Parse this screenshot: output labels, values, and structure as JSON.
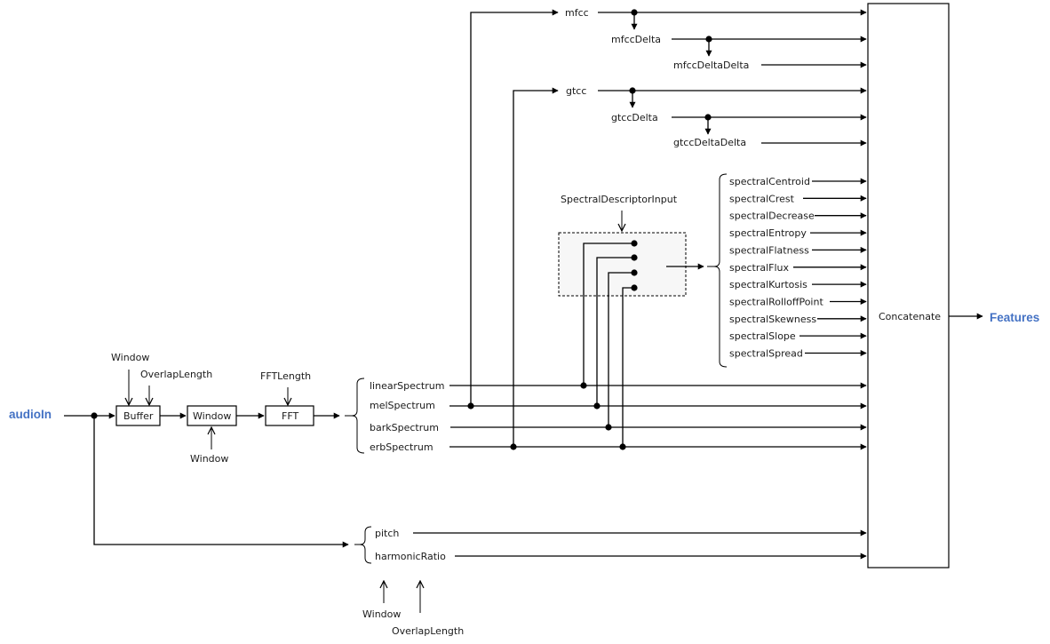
{
  "diagram": {
    "input_label": "audioIn",
    "output_label": "Features",
    "io_color": "#4472C4",
    "blocks": {
      "buffer": "Buffer",
      "window": "Window",
      "fft": "FFT",
      "concatenate": "Concatenate"
    },
    "params": {
      "buffer_window": "Window",
      "buffer_overlap": "OverlapLength",
      "window_param": "Window",
      "fft_length": "FFTLength",
      "spectral_descriptor_input": "SpectralDescriptorInput",
      "pitch_window": "Window",
      "pitch_overlap": "OverlapLength"
    },
    "spectra": [
      "linearSpectrum",
      "melSpectrum",
      "barkSpectrum",
      "erbSpectrum"
    ],
    "cepstral": {
      "mfcc": "mfcc",
      "mfcc_delta": "mfccDelta",
      "mfcc_delta_delta": "mfccDeltaDelta",
      "gtcc": "gtcc",
      "gtcc_delta": "gtccDelta",
      "gtcc_delta_delta": "gtccDeltaDelta"
    },
    "spectral_descriptors": [
      "spectralCentroid",
      "spectralCrest",
      "spectralDecrease",
      "spectralEntropy",
      "spectralFlatness",
      "spectralFlux",
      "spectralKurtosis",
      "spectralRolloffPoint",
      "spectralSkewness",
      "spectralSlope",
      "spectralSpread"
    ],
    "periodicity": [
      "pitch",
      "harmonicRatio"
    ]
  }
}
